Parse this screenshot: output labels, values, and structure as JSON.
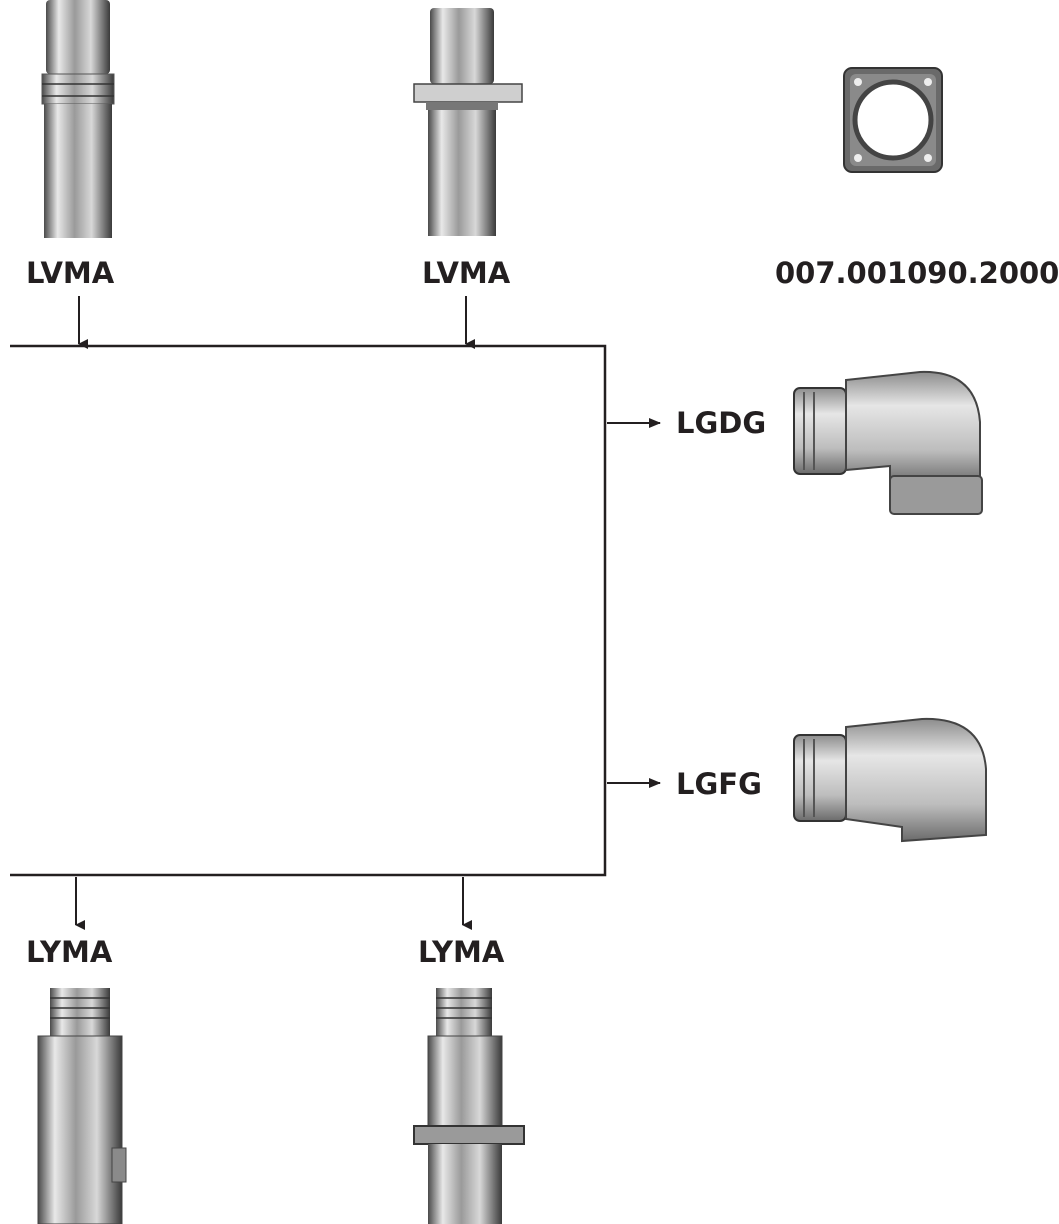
{
  "labels": {
    "top_left": "LVMA",
    "top_middle": "LVMA",
    "top_right": "007.001090.2000",
    "right_upper": "LGDG",
    "right_lower": "LGFG",
    "bottom_left": "LYMA",
    "bottom_middle": "LYMA"
  },
  "colors": {
    "line": "#231f20",
    "metal_light": "#e9e9e9",
    "metal_mid": "#b9b9b9",
    "metal_dark": "#5a5a5a"
  }
}
